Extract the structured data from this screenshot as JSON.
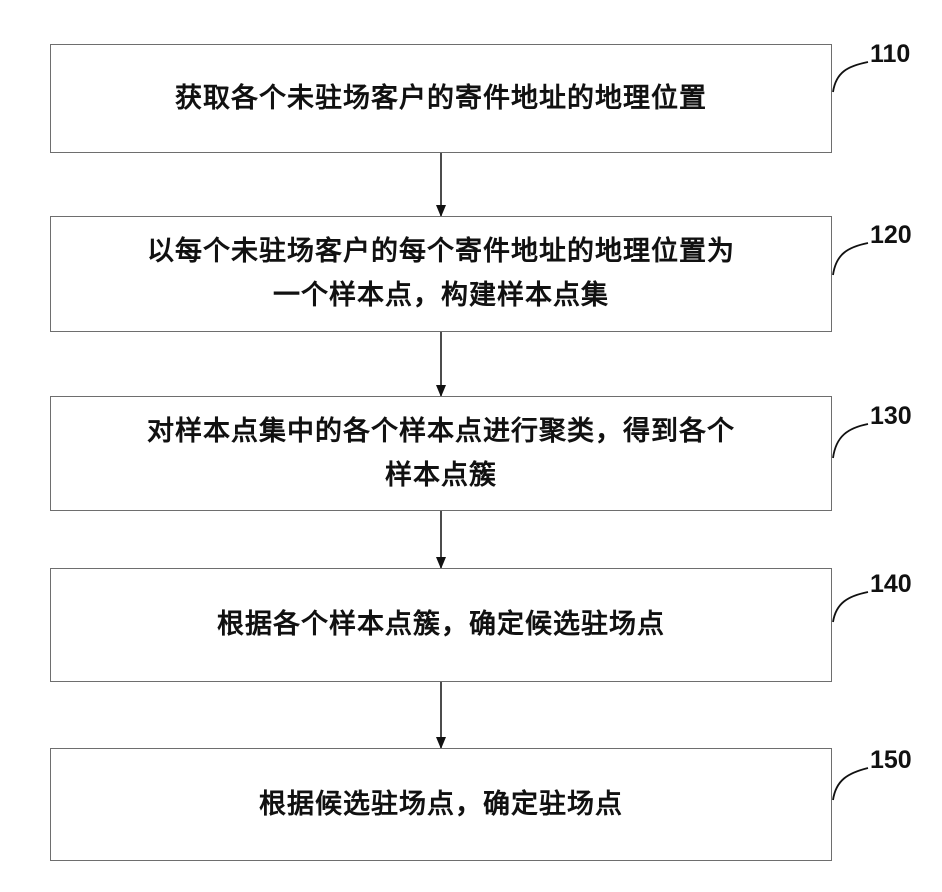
{
  "steps": [
    {
      "id": "110",
      "lines": [
        "获取各个未驻场客户的寄件地址的地理位置"
      ]
    },
    {
      "id": "120",
      "lines": [
        "以每个未驻场客户的每个寄件地址的地理位置为",
        "一个样本点，构建样本点集"
      ]
    },
    {
      "id": "130",
      "lines": [
        "对样本点集中的各个样本点进行聚类，得到各个",
        "样本点簇"
      ]
    },
    {
      "id": "140",
      "lines": [
        "根据各个样本点簇，确定候选驻场点"
      ]
    },
    {
      "id": "150",
      "lines": [
        "根据候选驻场点，确定驻场点"
      ]
    }
  ]
}
